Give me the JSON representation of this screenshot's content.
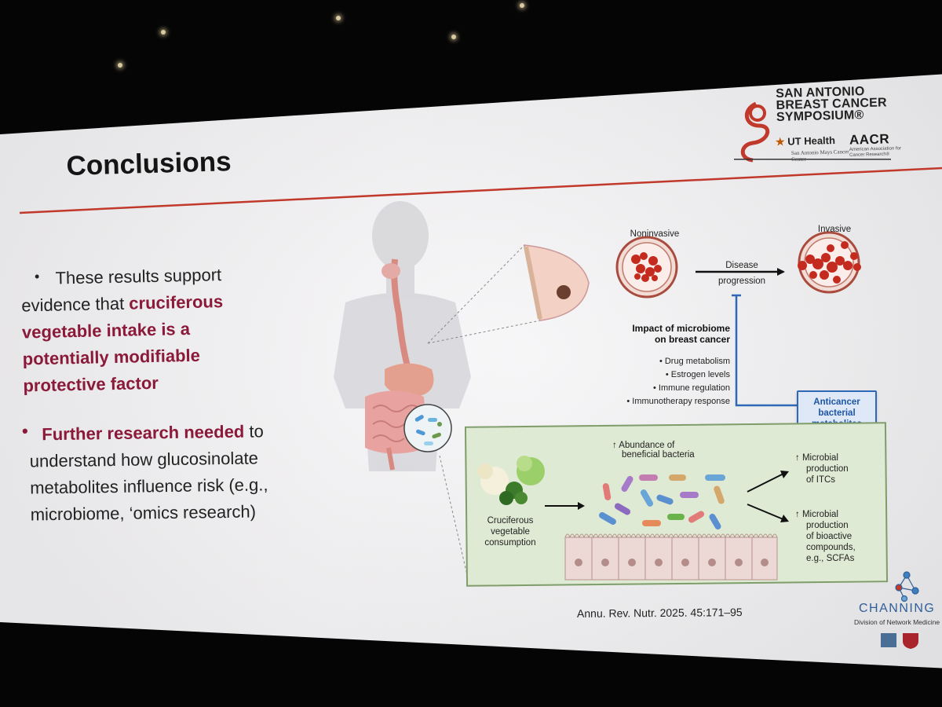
{
  "slide": {
    "title": "Conclusions",
    "bullet1": {
      "plain": "These results support evidence that ",
      "emphasis": "cruciferous vegetable intake is a potentially modifiable protective factor"
    },
    "bullet2": {
      "emphasis": "Further research needed",
      "plain": " to understand how glucosinolate metabolites influence risk (e.g., microbiome, ‘omics research)"
    },
    "citation": "Annu. Rev. Nutr. 2025. 45:171–95"
  },
  "logo": {
    "line1": "SAN ANTONIO",
    "line2": "BREAST CANCER",
    "line3": "SYMPOSIUM®",
    "ut_health": "UT Health",
    "ut_sub": "San Antonio Mays Cancer Center",
    "aacr": "AACR",
    "aacr_sub": "American Association for Cancer Research®"
  },
  "figure": {
    "noninvasive": "Noninvasive",
    "invasive": "Invasive",
    "disease": "Disease",
    "progression": "progression",
    "impact_title_1": "Impact of microbiome",
    "impact_title_2": "on breast cancer",
    "impact_items": [
      "Drug metabolism",
      "Estrogen levels",
      "Immune regulation",
      "Immunotherapy response"
    ],
    "anticancer": "Anticancer bacterial metabolites",
    "abundance_1": "↑ Abundance of",
    "abundance_2": "beneficial bacteria",
    "cruciferous": "Cruciferous vegetable consumption",
    "itc_1": "↑ Microbial",
    "itc_2": "production",
    "itc_3": "of ITCs",
    "bio_1": "↑ Microbial",
    "bio_2": "production",
    "bio_3": "of bioactive",
    "bio_4": "compounds,",
    "bio_5": "e.g., SCFAs"
  },
  "footer_logo": {
    "name": "CHANNING",
    "sub": "Division of Network Medicine"
  },
  "colors": {
    "accent": "#8b1a3a",
    "rule": "#c0392b",
    "blue": "#2f68b6",
    "green_bg": "#dfead4"
  }
}
